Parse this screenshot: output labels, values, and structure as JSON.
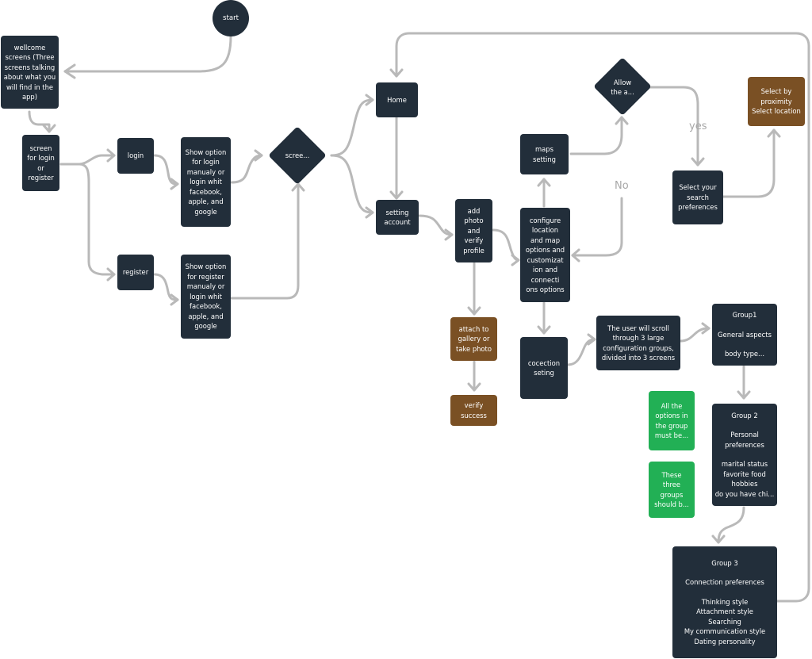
{
  "nodes": {
    "start": "start",
    "welcome": [
      "wellcome",
      "screens (Three",
      "screens talking",
      "about what you",
      "will find in the",
      "app)"
    ],
    "screen_login_register": [
      "screen",
      "for login",
      "or",
      "register"
    ],
    "login": "login",
    "register": "register",
    "show_login": [
      "Show option",
      "for login",
      "manualy or",
      "login whit",
      "facebook,",
      "apple, and",
      "google"
    ],
    "show_register": [
      "Show option",
      "for register",
      "manualy or",
      "login whit",
      "facebook,",
      "apple, and",
      "google"
    ],
    "screen_decision": "scree...",
    "home": "Home",
    "setting_account": [
      "setting",
      "account"
    ],
    "add_photo": [
      "add",
      "photo",
      "and",
      "verify",
      "profile"
    ],
    "attach_gallery": [
      "attach to",
      "gallery or",
      "take photo"
    ],
    "verify_success": [
      "verify",
      "success"
    ],
    "configure_location": [
      "configure",
      "location",
      "and map",
      "options and",
      "customizat",
      "ion and",
      "connecti",
      "ons options"
    ],
    "maps_setting": [
      "maps",
      "setting"
    ],
    "allow_decision": [
      "Allow",
      "the a..."
    ],
    "select_search": [
      "Select your",
      "search",
      "preferences"
    ],
    "select_proximity": [
      "Select by",
      "proximity",
      "Select location"
    ],
    "connection_setting": [
      "cocection",
      "seting"
    ],
    "scroll_groups": [
      "The user will scroll",
      "through 3 large",
      "configuration groups,",
      "divided into 3 screens"
    ],
    "group1": [
      "Group1",
      "",
      "General aspects",
      "",
      "body type..."
    ],
    "group2": [
      "Group 2",
      "",
      "Personal",
      "preferences",
      "",
      "marital status",
      "favorite food",
      "hobbies",
      "do you have chi..."
    ],
    "group3": [
      "Group 3",
      "",
      "Connection preferences",
      "",
      "Thinking style",
      "Attachment style",
      "Searching",
      "My communication style",
      "Dating personality"
    ],
    "note_options": [
      "All the",
      "options in",
      "the group",
      "must be..."
    ],
    "note_groups": [
      "These",
      "three",
      "groups",
      "should b..."
    ]
  },
  "edge_labels": {
    "yes": "yes",
    "no": "No"
  },
  "colors": {
    "dark_node": "#222e3a",
    "brown_node": "#7a5024",
    "green_node": "#22b055",
    "connector": "#b9b9b9",
    "label": "#a7a7a7"
  }
}
